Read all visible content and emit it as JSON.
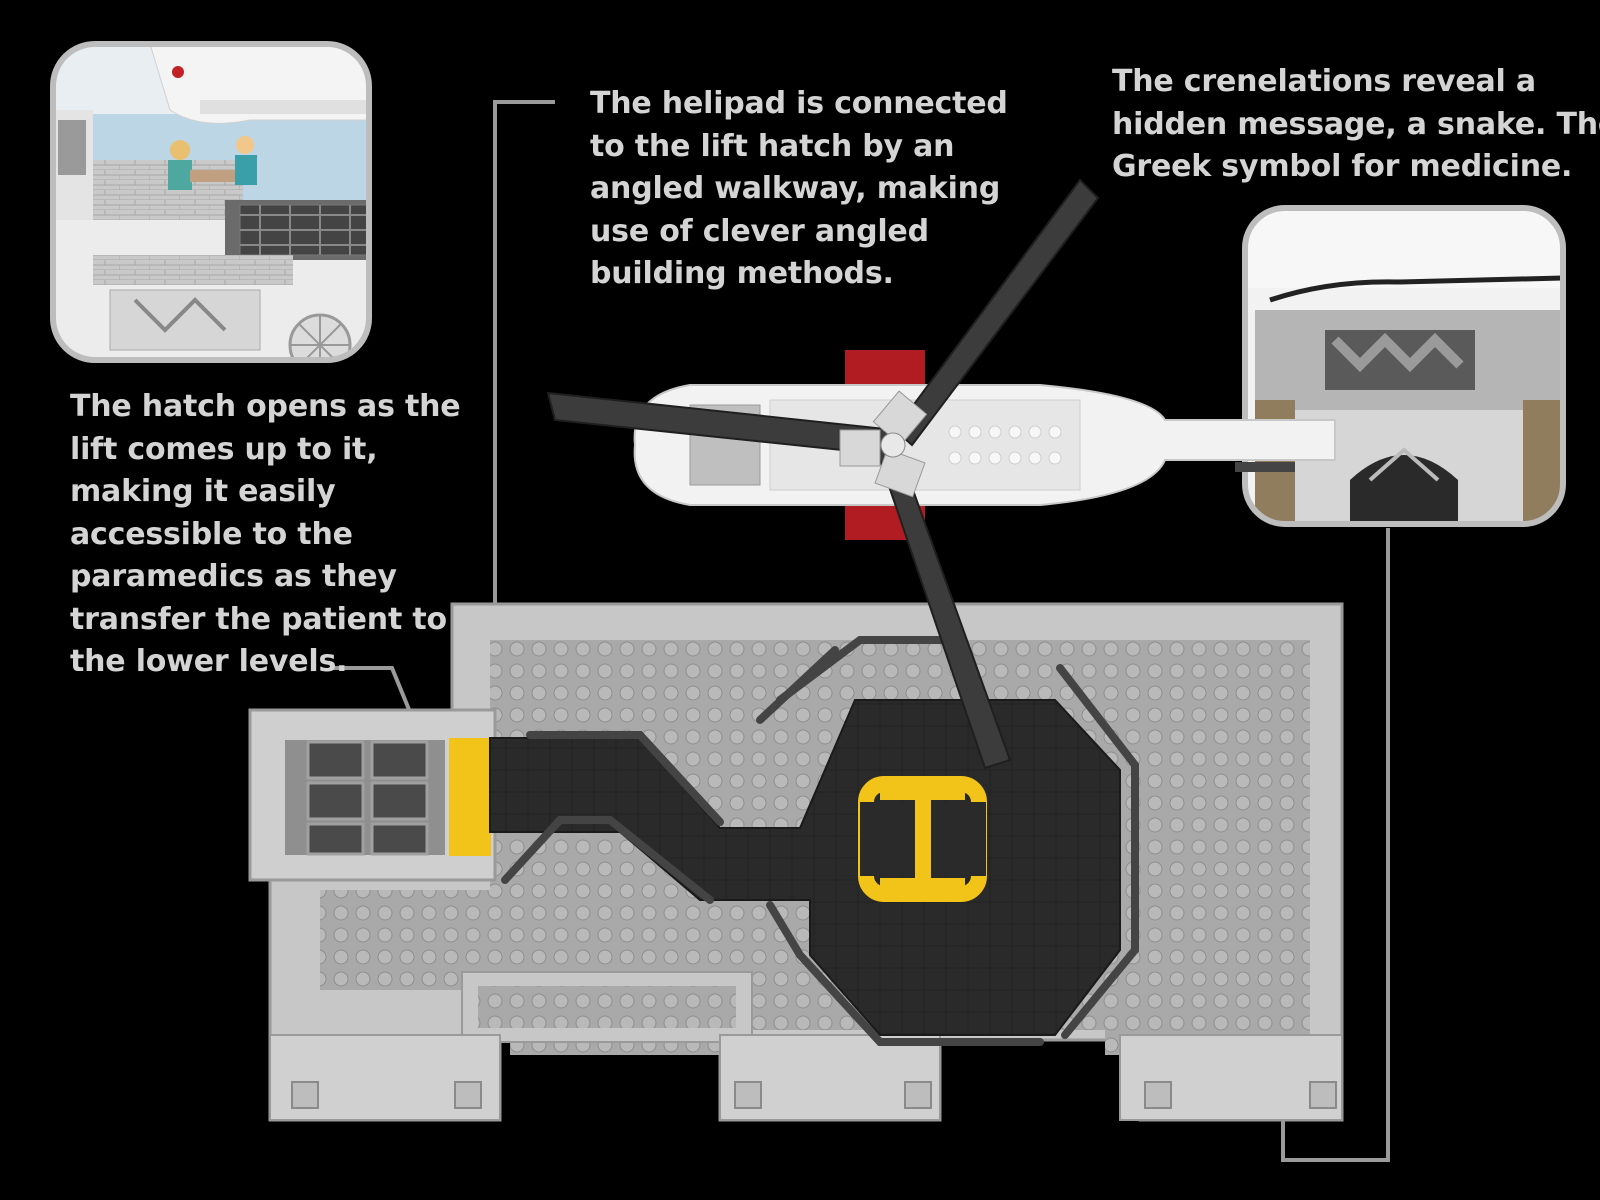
{
  "callouts": {
    "hatch": {
      "lines": [
        "The hatch opens as the",
        "lift comes up to it,",
        "making it easily",
        "accessible to the",
        "paramedics as they",
        "transfer the patient to",
        "the lower levels."
      ]
    },
    "helipad": {
      "lines": [
        "The helipad is connected",
        "to the lift hatch by an",
        "angled walkway, making",
        "use of clever angled",
        "building methods."
      ]
    },
    "crenelations": {
      "lines": [
        "The crenelations reveal a",
        "hidden message, a snake. The",
        "Greek symbol for medicine."
      ]
    }
  },
  "colors": {
    "background": "#000000",
    "text": "#d4d4d4",
    "leader_line": "#9a9a9a",
    "roof_light": "#bfbfbf",
    "roof_dark": "#2c2c2c",
    "helipad_marking": "#f2c318",
    "helicopter_body": "#f2f2f2",
    "helicopter_red": "#b01c22"
  },
  "icons": {
    "helipad_marking": "helipad-h-icon"
  }
}
